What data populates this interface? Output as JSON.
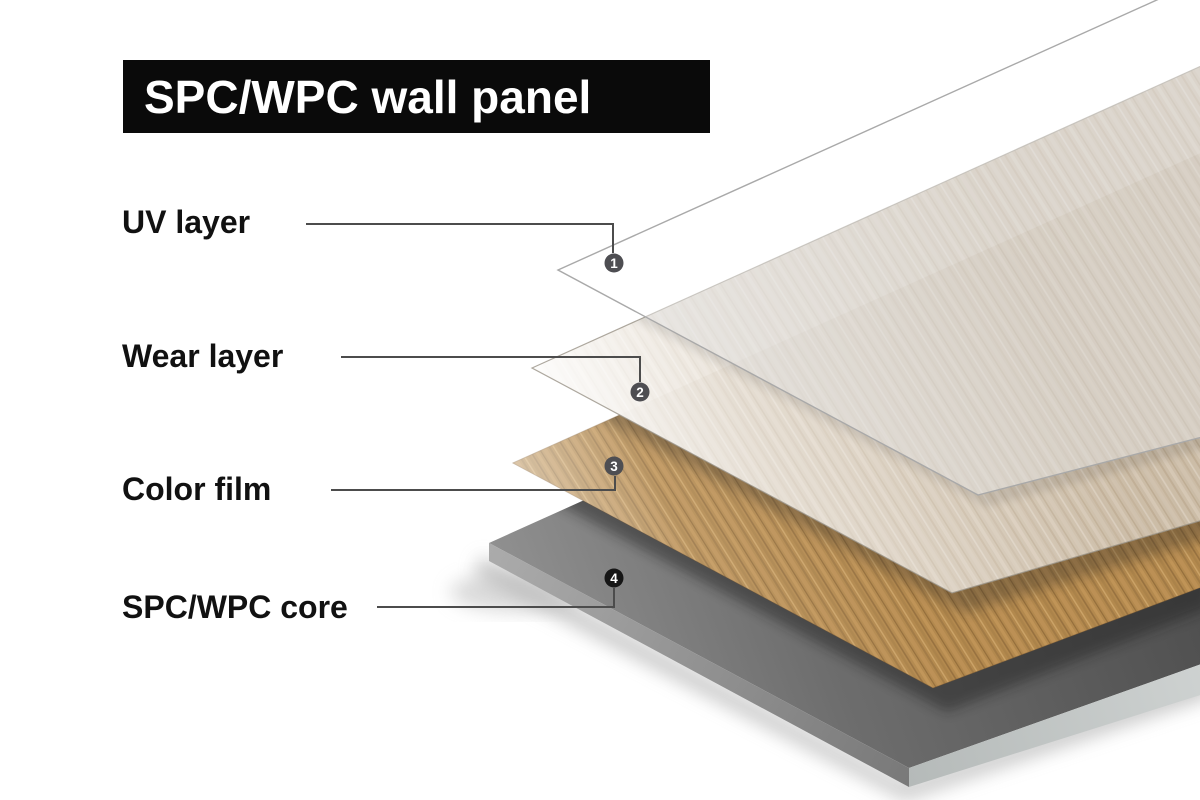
{
  "title": "SPC/WPC wall panel",
  "layers": [
    {
      "number": "1",
      "label": "UV layer"
    },
    {
      "number": "2",
      "label": "Wear layer"
    },
    {
      "number": "3",
      "label": "Color film"
    },
    {
      "number": "4",
      "label": "SPC/WPC core"
    }
  ],
  "colors": {
    "title_bg": "#0a0a0a",
    "title_text": "#ffffff",
    "label_text": "#111111",
    "leader_line": "#4c4c4c",
    "badge_gray": "#4e4e52",
    "badge_black": "#161616",
    "badge_text": "#ffffff",
    "uv_tint": "#ffffff",
    "uv_outline": "#a9a9a9",
    "wear_base": "#d2c4b0",
    "film_base": "#b3894e",
    "core_top": "#6f6f6f",
    "core_side": "#9c9c9c"
  }
}
